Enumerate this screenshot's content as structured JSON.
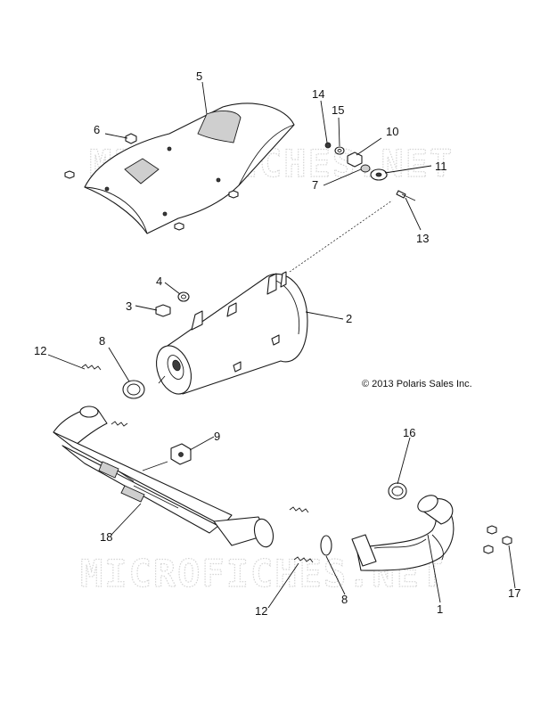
{
  "watermark": "MICROFICHES.NET",
  "copyright": "© 2013 Polaris Sales Inc.",
  "callouts": [
    "5",
    "6",
    "14",
    "15",
    "10",
    "11",
    "7",
    "13",
    "4",
    "3",
    "2",
    "12",
    "8",
    "9",
    "16",
    "18",
    "17",
    "12",
    "8",
    "1"
  ]
}
